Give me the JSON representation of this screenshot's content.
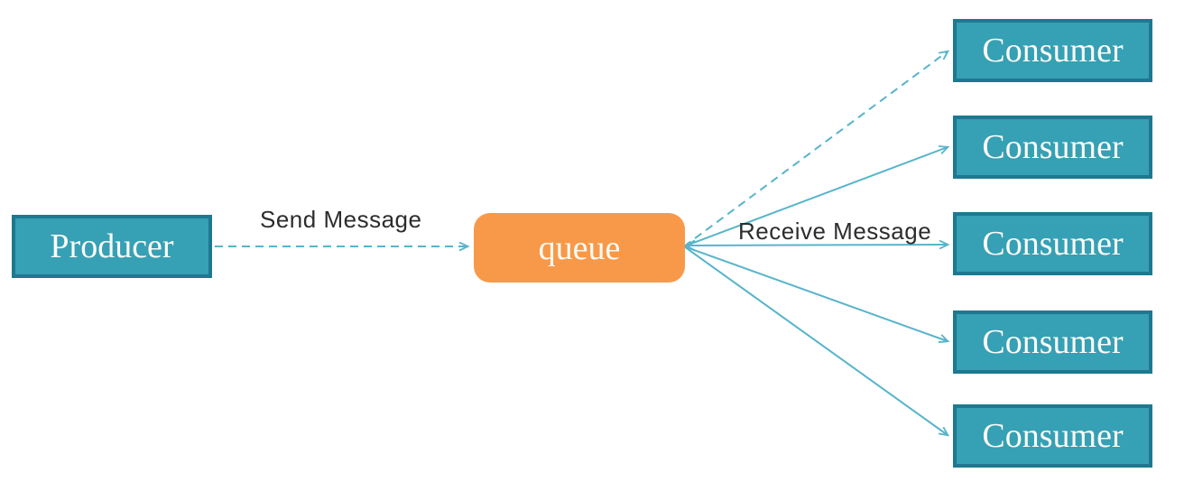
{
  "diagram": {
    "title": "message-queue-fanout-diagram",
    "nodes": {
      "producer": {
        "label": "Producer",
        "shape": "rectangle",
        "fill": "#36A0B5",
        "border": "#1E7890",
        "text_color": "#FBFBF6"
      },
      "queue": {
        "label": "queue",
        "shape": "rounded-rectangle",
        "fill": "#F89949",
        "text_color": "#FFFFFF"
      },
      "consumers": [
        {
          "label": "Consumer"
        },
        {
          "label": "Consumer"
        },
        {
          "label": "Consumer"
        },
        {
          "label": "Consumer"
        },
        {
          "label": "Consumer"
        }
      ]
    },
    "edges": {
      "send": {
        "label": "Send Message",
        "from": "producer",
        "to": "queue",
        "style": "dashed",
        "color": "#58B4CB"
      },
      "receive": {
        "label": "Receive Message",
        "from": "queue",
        "to": "consumer-3",
        "style": "solid",
        "double_headed": true,
        "color": "#58B4CB"
      },
      "queue_to_consumer_1": {
        "style": "dashed"
      },
      "queue_to_consumer_2": {
        "style": "solid"
      },
      "queue_to_consumer_4": {
        "style": "solid"
      },
      "queue_to_consumer_5": {
        "style": "solid"
      }
    },
    "colors": {
      "node_fill": "#36A0B5",
      "node_border": "#1E7890",
      "queue_fill": "#F89949",
      "arrow": "#58B4CB",
      "edge_label_text": "#2D2D2D",
      "node_text": "#FBFBF6",
      "background": "#FFFFFF"
    }
  }
}
